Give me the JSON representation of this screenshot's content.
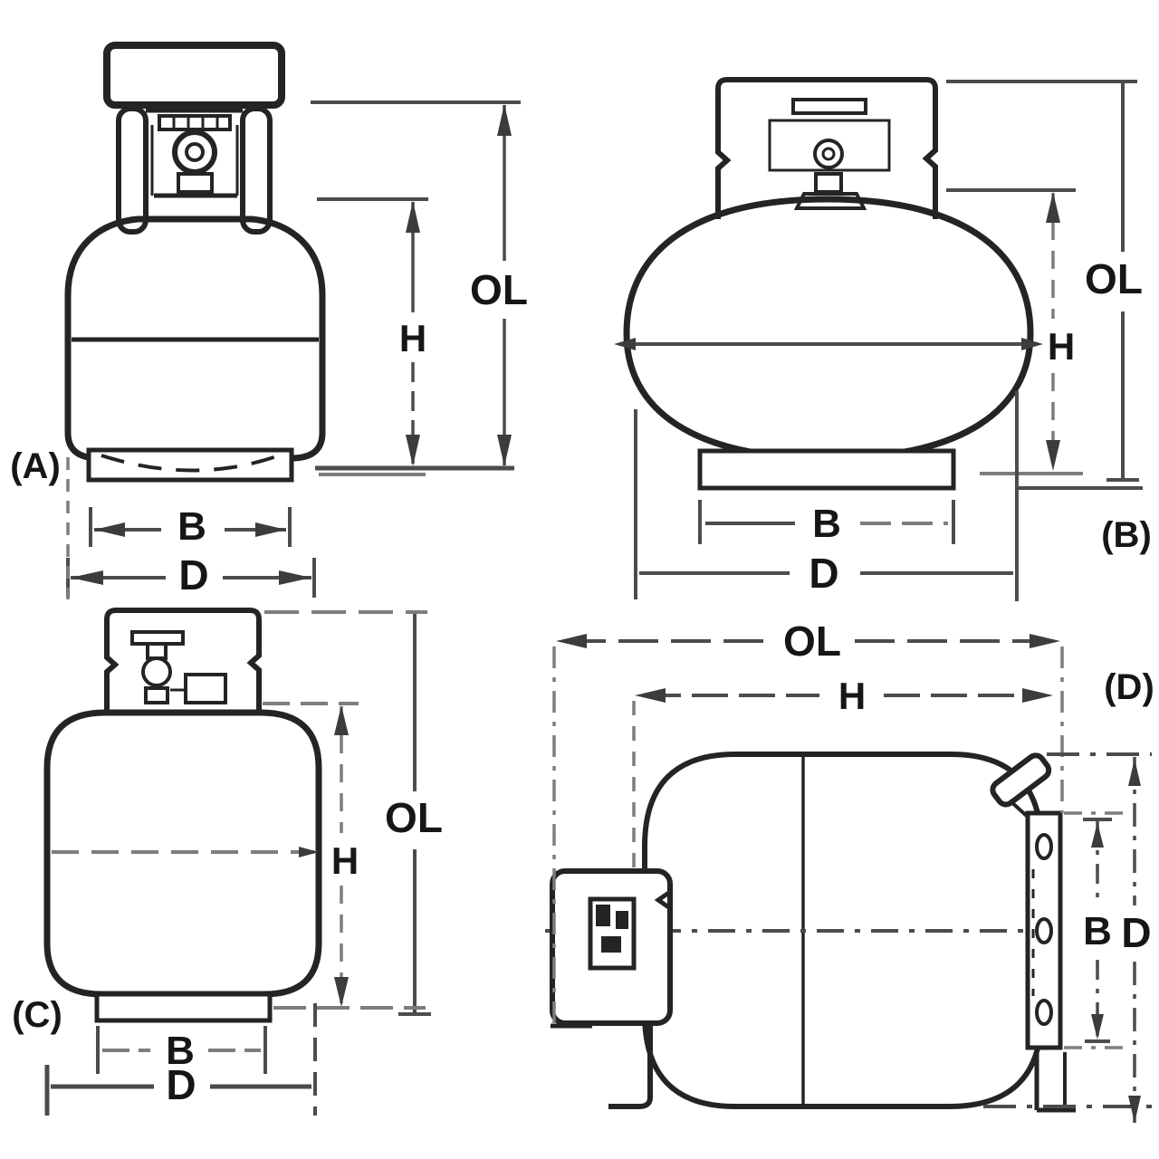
{
  "colors": {
    "background": "#ffffff",
    "outline_ink": "#242424",
    "dimension_line": "#4c4c4c",
    "faint_extension": "#7d7d7d",
    "label_text": "#161616"
  },
  "diagrams": {
    "a": {
      "tag": "(A)",
      "overall_length_label": "OL",
      "height_label": "H",
      "base_width_label": "B",
      "diameter_label": "D"
    },
    "b": {
      "tag": "(B)",
      "overall_length_label": "OL",
      "height_label": "H",
      "base_width_label": "B",
      "diameter_label": "D"
    },
    "c": {
      "tag": "(C)",
      "overall_length_label": "OL",
      "height_label": "H",
      "base_width_label": "B",
      "diameter_label": "D"
    },
    "d": {
      "tag": "(D)",
      "overall_length_label": "OL",
      "height_label": "H",
      "base_width_label": "B",
      "diameter_label": "D"
    }
  }
}
